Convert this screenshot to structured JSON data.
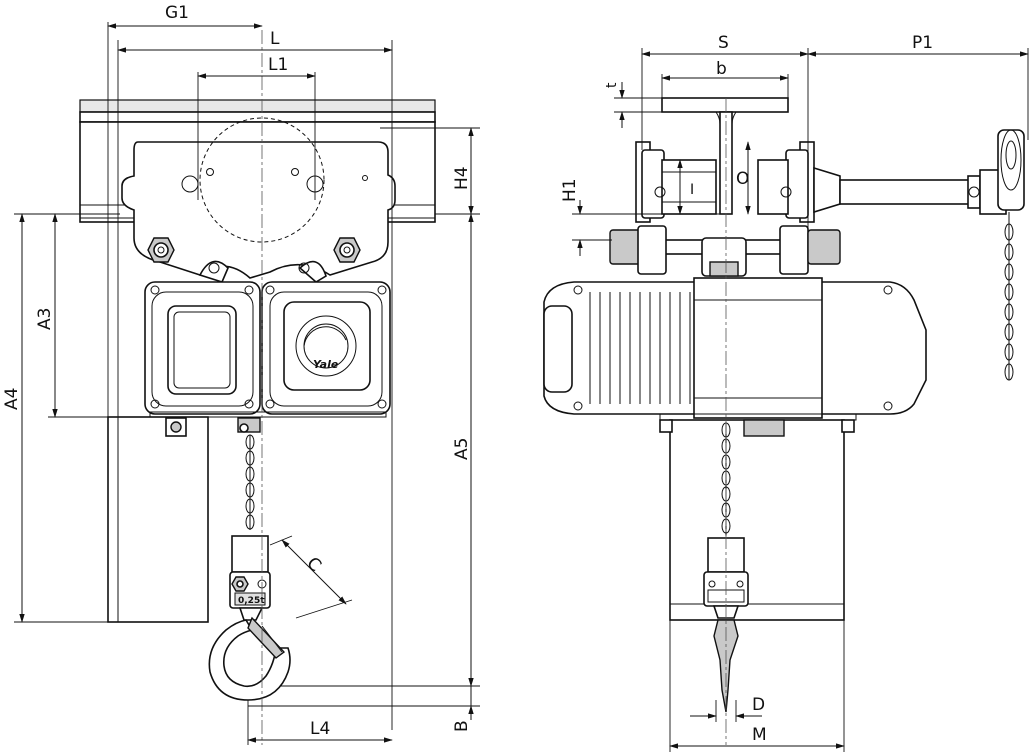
{
  "labels": {
    "G1": "G1",
    "L": "L",
    "L1": "L1",
    "H4": "H4",
    "A3": "A3",
    "A4": "A4",
    "A5": "A5",
    "C": "C",
    "L4": "L4",
    "B": "B",
    "S": "S",
    "P1": "P1",
    "b": "b",
    "t": "t",
    "H1": "H1",
    "I": "I",
    "O": "O",
    "D": "D",
    "M": "M"
  },
  "markings": {
    "brand": "Yale",
    "capacity": "0,25t"
  }
}
